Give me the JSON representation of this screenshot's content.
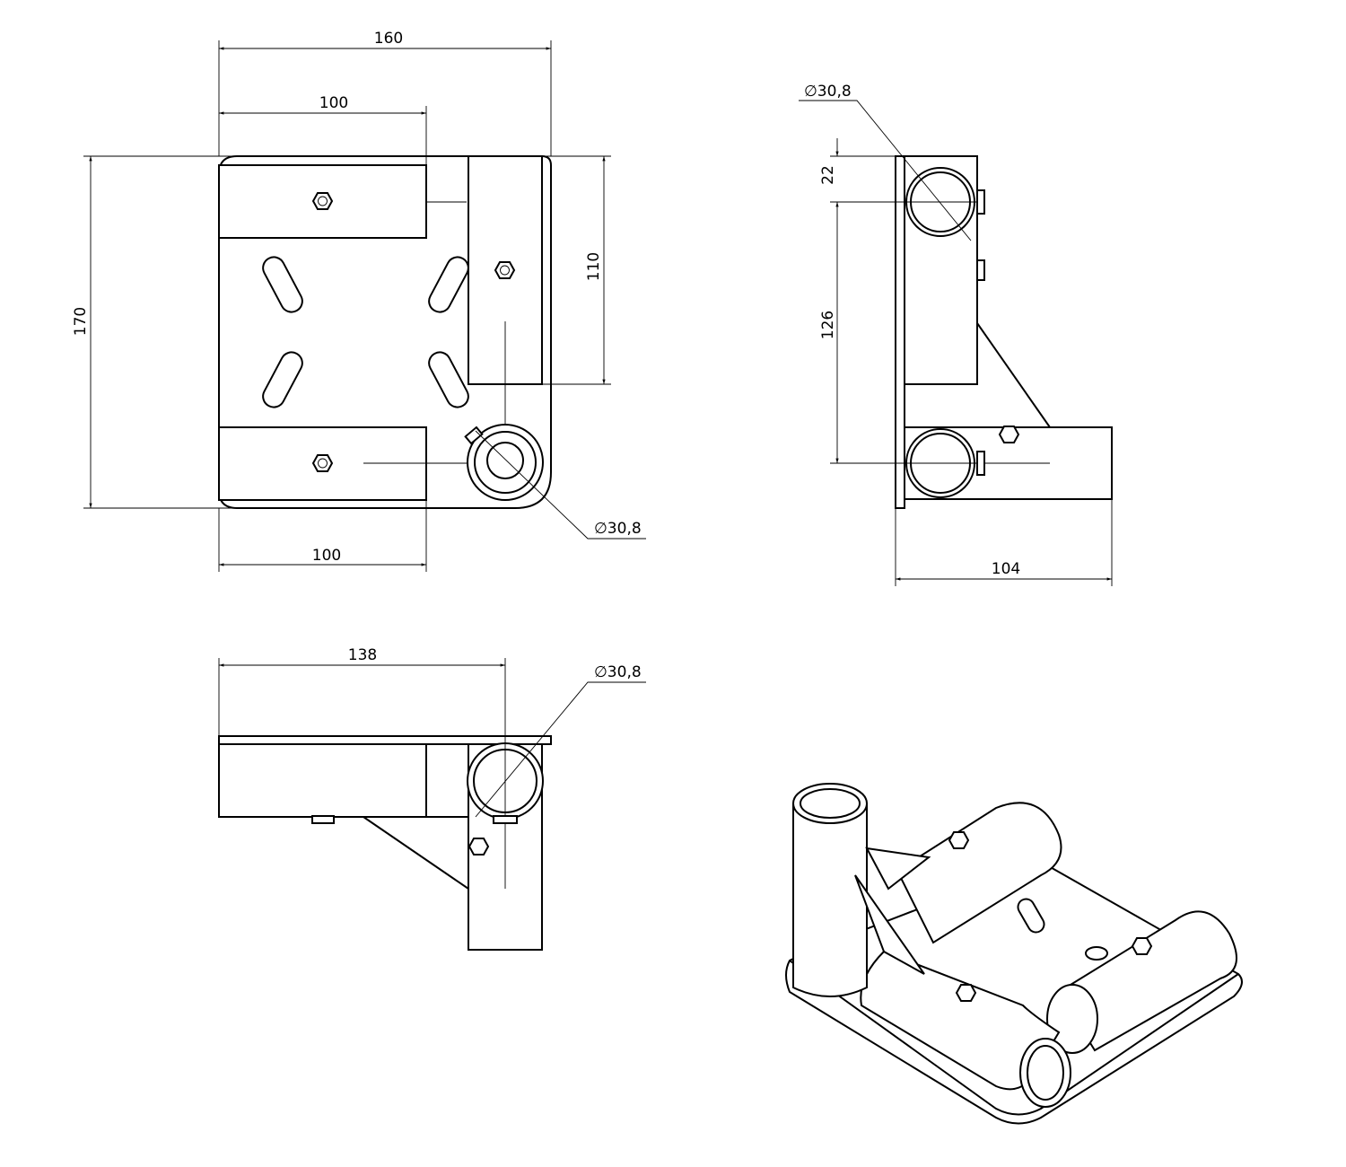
{
  "front_view": {
    "overall_width": "160",
    "top_tube_length": "100",
    "bottom_tube_length": "100",
    "overall_height": "170",
    "vertical_tube_length": "110",
    "tube_diameter": "∅30,8"
  },
  "side_view": {
    "tube_diameter": "∅30,8",
    "top_offset": "22",
    "tube_spacing": "126",
    "depth": "104"
  },
  "top_view": {
    "length": "138",
    "tube_diameter": "∅30,8"
  },
  "colors": {
    "line": "#000000",
    "background": "#ffffff"
  }
}
